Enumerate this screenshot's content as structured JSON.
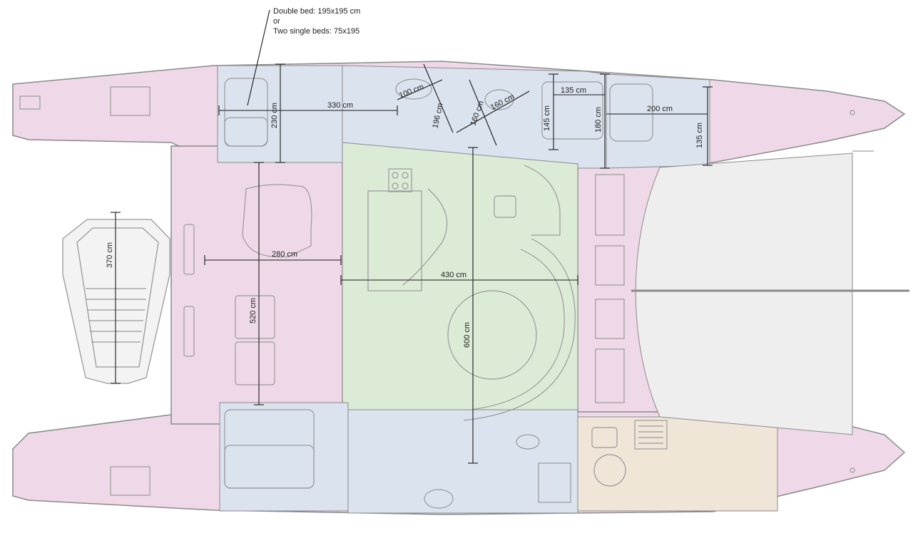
{
  "note": {
    "line1": "Double bed: 195x195 cm",
    "line2": "or",
    "line3": "Two single beds: 75x195"
  },
  "dimensions": {
    "d_230": "230 cm",
    "d_330": "330 cm",
    "d_100": "100 cm",
    "d_196": "196 cm",
    "d_160a": "160 cm",
    "d_160b": "160 cm",
    "d_135_top": "135 cm",
    "d_145": "145 cm",
    "d_180": "180 cm",
    "d_200": "200 cm",
    "d_135_side": "135 cm",
    "d_370": "370 cm",
    "d_280": "280 cm",
    "d_520": "520 cm",
    "d_430": "430 cm",
    "d_600": "600 cm"
  },
  "zone_colors": {
    "cabins": "#dbe3ee",
    "deck": "#efd9e8",
    "saloon": "#dcebd6",
    "utility": "#efe6d8",
    "trampoline": "#eeeeee",
    "outline": "#8a8a8a",
    "dimension_line": "#1a1a1a"
  }
}
